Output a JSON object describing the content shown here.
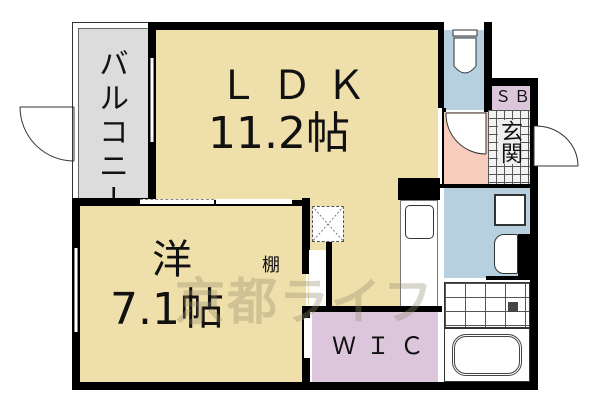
{
  "floorplan": {
    "rooms": {
      "ldk": {
        "label": "ＬＤＫ",
        "size": "11.2帖"
      },
      "western": {
        "label": "洋",
        "size": "7.1帖"
      },
      "balcony": {
        "label": "バルコニー"
      },
      "shelf": {
        "label": "棚"
      },
      "wic": {
        "label": "ＷＩＣ"
      },
      "shoebox": {
        "label": "ＳＢ"
      },
      "entrance": {
        "label": "玄関"
      }
    },
    "watermark": "京都ライフ",
    "colors": {
      "living": "#efdfaa",
      "balcony": "#dcdcdc",
      "wet_area": "#b7d0e0",
      "hall": "#f6cdbd",
      "storage": "#dcc6dc",
      "wall": "#000000"
    }
  }
}
